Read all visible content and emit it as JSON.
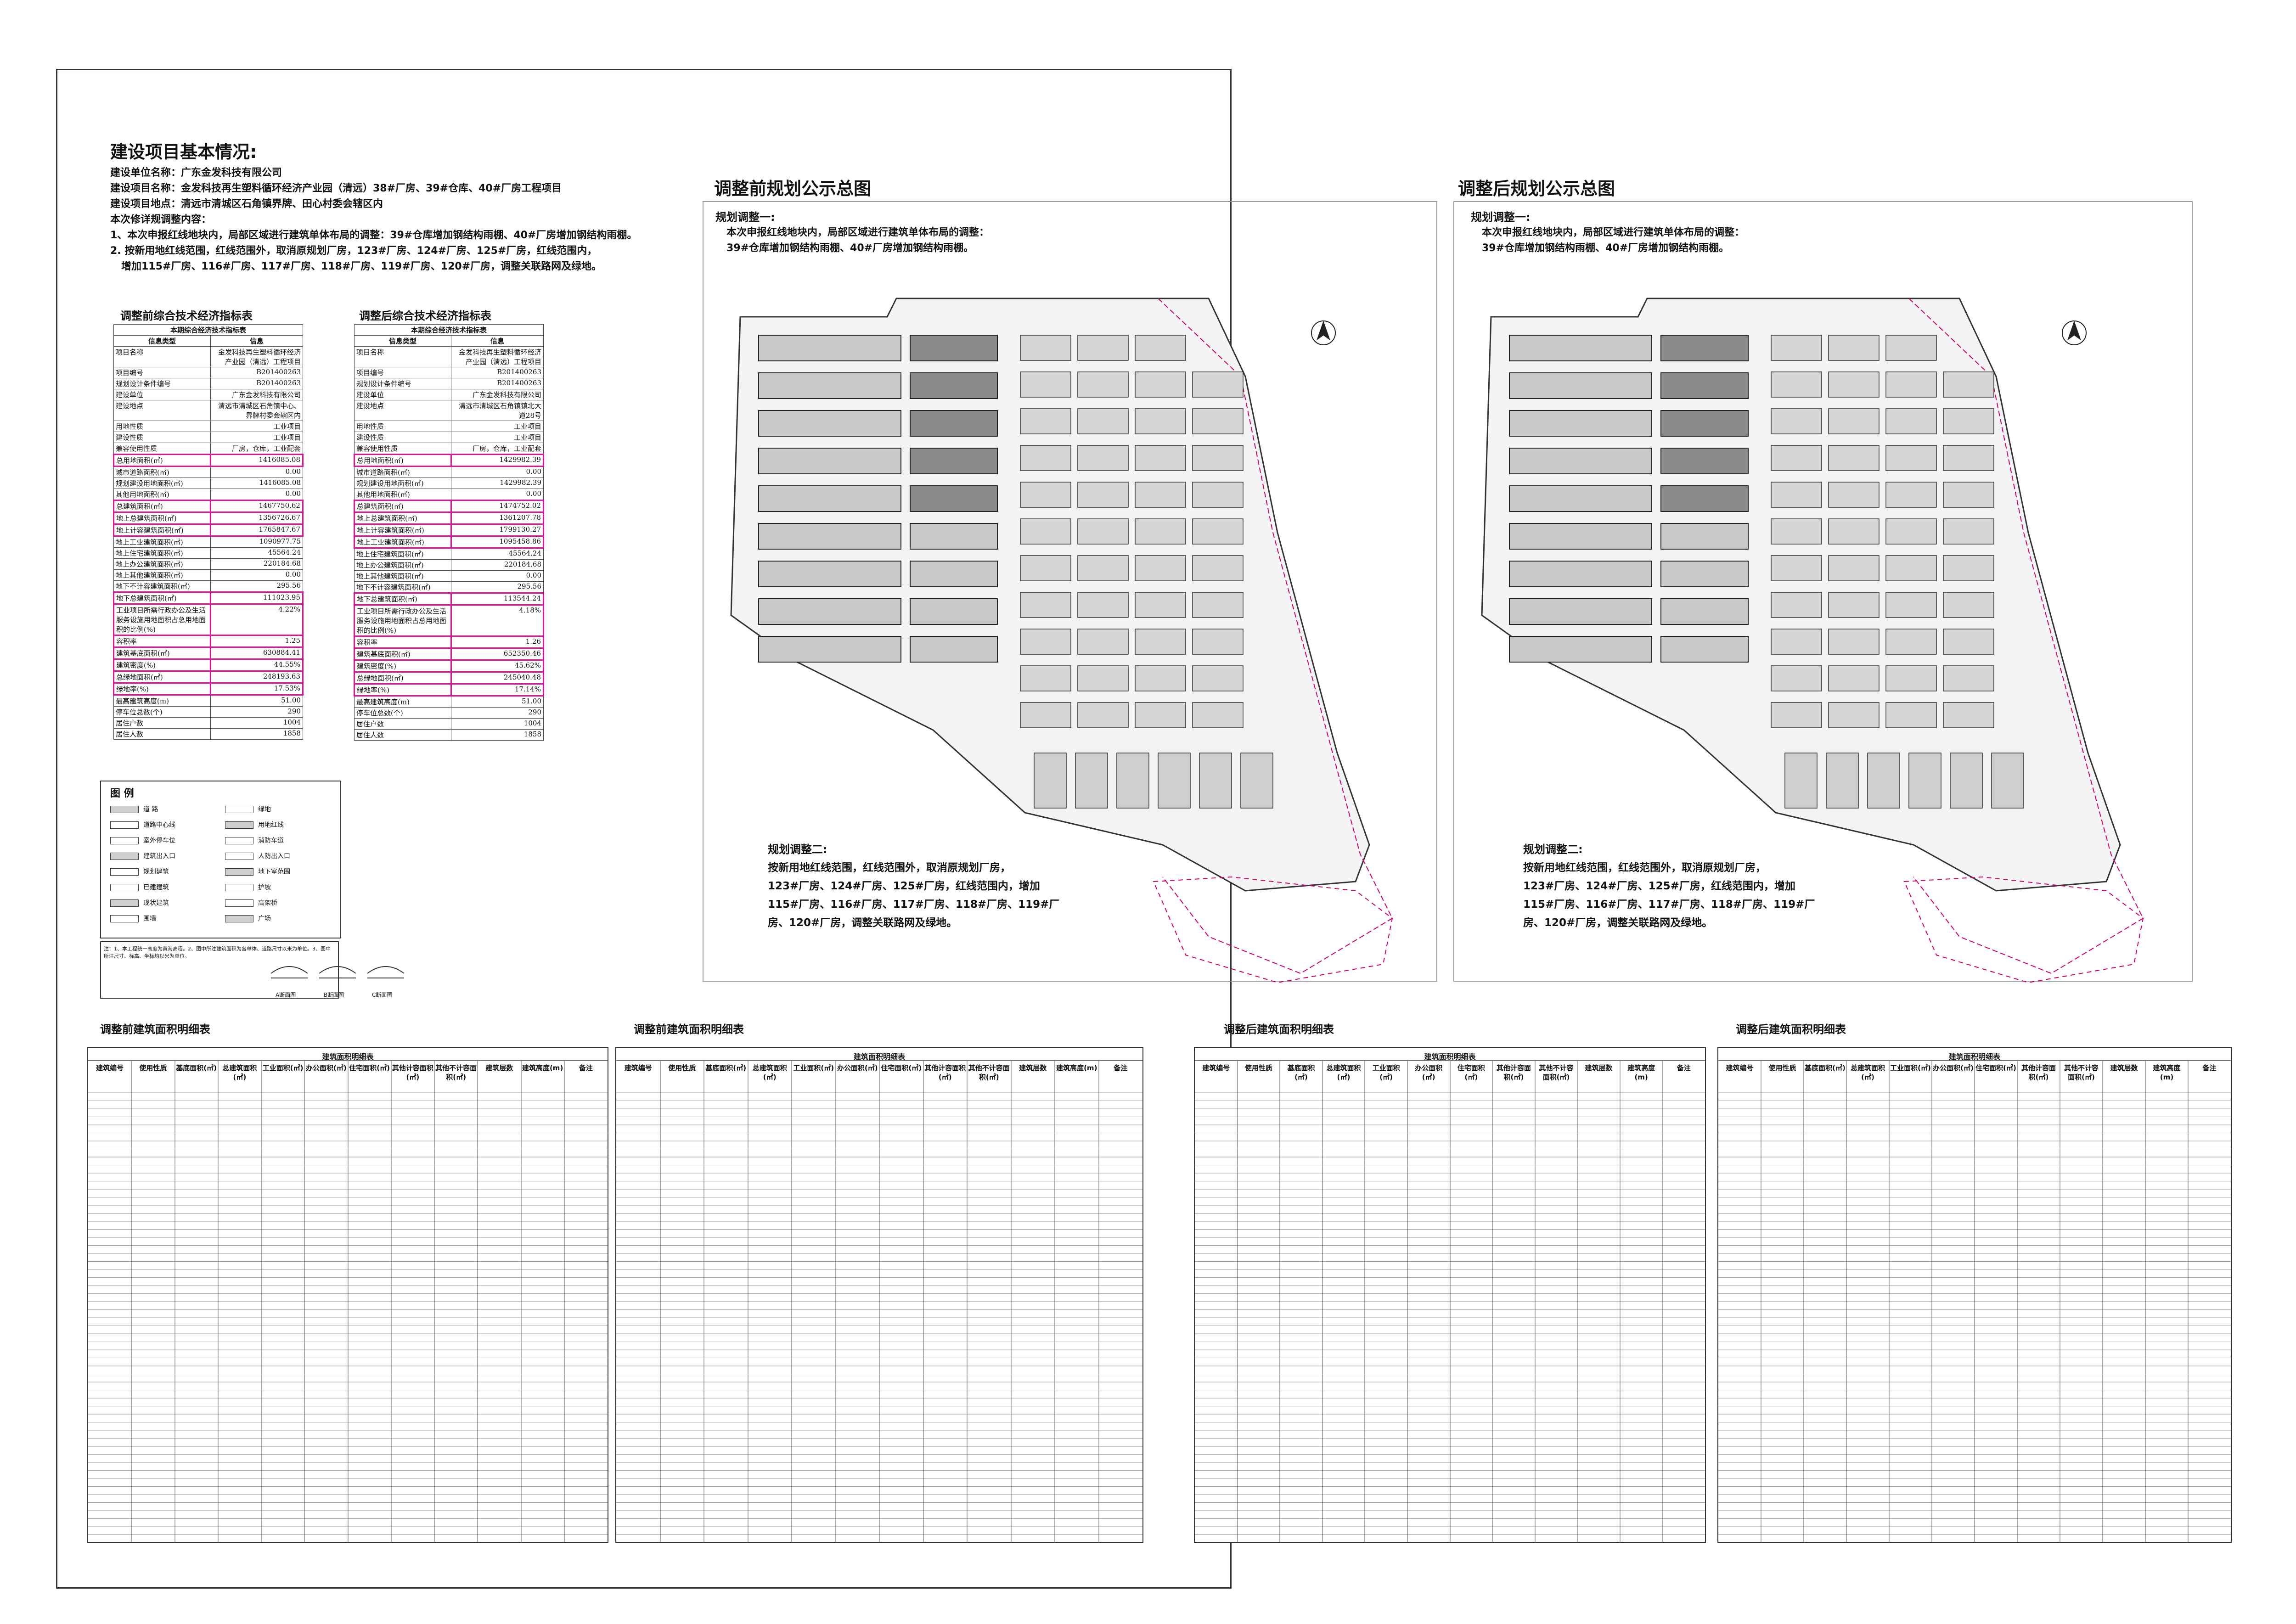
{
  "page_title": "建设项目基本情况:",
  "basic_info": [
    "建设单位名称：广东金发科技有限公司",
    "建设项目名称：金发科技再生塑料循环经济产业园（清远）38#厂房、39#仓库、40#厂房工程项目",
    "建设项目地点：清远市清城区石角镇界牌、田心村委会辖区内",
    "本次修详规调整内容：",
    "1、本次申报红线地块内，局部区域进行建筑单体布局的调整：39#仓库增加钢结构雨棚、40#厂房增加钢结构雨棚。",
    "2. 按新用地红线范围，红线范围外，取消原规划厂房，123#厂房、124#厂房、125#厂房，红线范围内，",
    "增加115#厂房、116#厂房、117#厂房、118#厂房、119#厂房、120#厂房，调整关联路网及绿地。"
  ],
  "kpi_before": {
    "title": "调整前综合技术经济指标表",
    "table_title": "本期综合经济技术指标表",
    "col_k": "信息类型",
    "col_v": "信息",
    "rows": [
      {
        "k": "项目名称",
        "v": "金发科技再生塑料循环经济产业园（清远）工程项目",
        "hl": false
      },
      {
        "k": "项目编号",
        "v": "B201400263",
        "hl": false
      },
      {
        "k": "规划设计条件编号",
        "v": "B201400263",
        "hl": false
      },
      {
        "k": "建设单位",
        "v": "广东金发科技有限公司",
        "hl": false
      },
      {
        "k": "建设地点",
        "v": "清远市清城区石角镇中心、界牌村委会辖区内",
        "hl": false
      },
      {
        "k": "用地性质",
        "v": "工业项目",
        "hl": false
      },
      {
        "k": "建设性质",
        "v": "工业项目",
        "hl": false
      },
      {
        "k": "兼容使用性质",
        "v": "厂房，仓库，工业配套",
        "hl": false
      },
      {
        "k": "总用地面积(㎡)",
        "v": "1416085.08",
        "hl": true
      },
      {
        "k": "城市道路面积(㎡)",
        "v": "0.00",
        "hl": false
      },
      {
        "k": "规划建设用地面积(㎡)",
        "v": "1416085.08",
        "hl": false
      },
      {
        "k": "其他用地面积(㎡)",
        "v": "0.00",
        "hl": false
      },
      {
        "k": "总建筑面积(㎡)",
        "v": "1467750.62",
        "hl": true
      },
      {
        "k": "地上总建筑面积(㎡)",
        "v": "1356726.67",
        "hl": true
      },
      {
        "k": "地上计容建筑面积(㎡)",
        "v": "1765847.67",
        "hl": true
      },
      {
        "k": "地上工业建筑面积(㎡)",
        "v": "1090977.75",
        "hl": false
      },
      {
        "k": "地上住宅建筑面积(㎡)",
        "v": "45564.24",
        "hl": false
      },
      {
        "k": "地上办公建筑面积(㎡)",
        "v": "220184.68",
        "hl": false
      },
      {
        "k": "地上其他建筑面积(㎡)",
        "v": "0.00",
        "hl": false
      },
      {
        "k": "地下不计容建筑面积(㎡)",
        "v": "295.56",
        "hl": false
      },
      {
        "k": "地下总建筑面积(㎡)",
        "v": "111023.95",
        "hl": true
      },
      {
        "k": "工业项目所需行政办公及生活服务设施用地面积占总用地面积的比例(%)",
        "v": "4.22%",
        "hl": true
      },
      {
        "k": "容积率",
        "v": "1.25",
        "hl": true
      },
      {
        "k": "建筑基底面积(㎡)",
        "v": "630884.41",
        "hl": true
      },
      {
        "k": "建筑密度(%)",
        "v": "44.55%",
        "hl": true
      },
      {
        "k": "总绿地面积(㎡)",
        "v": "248193.63",
        "hl": true
      },
      {
        "k": "绿地率(%)",
        "v": "17.53%",
        "hl": true
      },
      {
        "k": "最高建筑高度(m)",
        "v": "51.00",
        "hl": false
      },
      {
        "k": "停车位总数(个)",
        "v": "290",
        "hl": false
      },
      {
        "k": "居住户数",
        "v": "1004",
        "hl": false
      },
      {
        "k": "居住人数",
        "v": "1858",
        "hl": false
      }
    ]
  },
  "kpi_after": {
    "title": "调整后综合技术经济指标表",
    "table_title": "本期综合经济技术指标表",
    "col_k": "信息类型",
    "col_v": "信息",
    "rows": [
      {
        "k": "项目名称",
        "v": "金发科技再生塑料循环经济产业园（清远）工程项目",
        "hl": false
      },
      {
        "k": "项目编号",
        "v": "B201400263",
        "hl": false
      },
      {
        "k": "规划设计条件编号",
        "v": "B201400263",
        "hl": false
      },
      {
        "k": "建设单位",
        "v": "广东金发科技有限公司",
        "hl": false
      },
      {
        "k": "建设地点",
        "v": "清远市清城区石角镇镇北大道28号",
        "hl": false
      },
      {
        "k": "用地性质",
        "v": "工业项目",
        "hl": false
      },
      {
        "k": "建设性质",
        "v": "工业项目",
        "hl": false
      },
      {
        "k": "兼容使用性质",
        "v": "厂房，仓库，工业配套",
        "hl": false
      },
      {
        "k": "总用地面积(㎡)",
        "v": "1429982.39",
        "hl": true
      },
      {
        "k": "城市道路面积(㎡)",
        "v": "0.00",
        "hl": false
      },
      {
        "k": "规划建设用地面积(㎡)",
        "v": "1429982.39",
        "hl": false
      },
      {
        "k": "其他用地面积(㎡)",
        "v": "0.00",
        "hl": false
      },
      {
        "k": "总建筑面积(㎡)",
        "v": "1474752.02",
        "hl": true
      },
      {
        "k": "地上总建筑面积(㎡)",
        "v": "1361207.78",
        "hl": true
      },
      {
        "k": "地上计容建筑面积(㎡)",
        "v": "1799130.27",
        "hl": true
      },
      {
        "k": "地上工业建筑面积(㎡)",
        "v": "1095458.86",
        "hl": true
      },
      {
        "k": "地上住宅建筑面积(㎡)",
        "v": "45564.24",
        "hl": false
      },
      {
        "k": "地上办公建筑面积(㎡)",
        "v": "220184.68",
        "hl": false
      },
      {
        "k": "地上其他建筑面积(㎡)",
        "v": "0.00",
        "hl": false
      },
      {
        "k": "地下不计容建筑面积(㎡)",
        "v": "295.56",
        "hl": false
      },
      {
        "k": "地下总建筑面积(㎡)",
        "v": "113544.24",
        "hl": true
      },
      {
        "k": "工业项目所需行政办公及生活服务设施用地面积占总用地面积的比例(%)",
        "v": "4.18%",
        "hl": true
      },
      {
        "k": "容积率",
        "v": "1.26",
        "hl": true
      },
      {
        "k": "建筑基底面积(㎡)",
        "v": "652350.46",
        "hl": true
      },
      {
        "k": "建筑密度(%)",
        "v": "45.62%",
        "hl": true
      },
      {
        "k": "总绿地面积(㎡)",
        "v": "245040.48",
        "hl": true
      },
      {
        "k": "绿地率(%)",
        "v": "17.14%",
        "hl": true
      },
      {
        "k": "最高建筑高度(m)",
        "v": "51.00",
        "hl": false
      },
      {
        "k": "停车位总数(个)",
        "v": "290",
        "hl": false
      },
      {
        "k": "居住户数",
        "v": "1004",
        "hl": false
      },
      {
        "k": "居住人数",
        "v": "1858",
        "hl": false
      }
    ]
  },
  "legend": {
    "title": "图 例",
    "items": [
      "道 路",
      "道路中心线",
      "室外停车位",
      "建筑出入口",
      "规划建筑",
      "已建建筑",
      "现状建筑",
      "围墙",
      "绿地",
      "用地红线",
      "消防车道",
      "人防出入口",
      "地下室范围",
      "护坡",
      "高架桥",
      "广场"
    ]
  },
  "notes": "注：1、本工程统一高度为黄海高程。2、图中所注建筑面积为各单体、道路尺寸以米为单位。3、图中所注尺寸、标高、坐标均以米为单位。",
  "sections": [
    "A断面图",
    "B断面图",
    "C断面图"
  ],
  "plan_before": {
    "title": "调整前规划公示总图",
    "adj1_title": "规划调整一:",
    "adj1_lines": [
      "本次申报红线地块内，局部区域进行建筑单体布局的调整：",
      "39#仓库增加钢结构雨棚、40#厂房增加钢结构雨棚。"
    ],
    "adj2_title": "规划调整二:",
    "adj2_lines": [
      "按新用地红线范围，红线范围外，取消原规划厂房，",
      "123#厂房、124#厂房、125#厂房，红线范围内，增加",
      "115#厂房、116#厂房、117#厂房、118#厂房、119#厂",
      "房、120#厂房，调整关联路网及绿地。"
    ]
  },
  "plan_after": {
    "title": "调整后规划公示总图",
    "adj1_title": "规划调整一:",
    "adj1_lines": [
      "本次申报红线地块内，局部区域进行建筑单体布局的调整：",
      "39#仓库增加钢结构雨棚、40#厂房增加钢结构雨棚。"
    ],
    "adj2_title": "规划调整二:",
    "adj2_lines": [
      "按新用地红线范围，红线范围外，取消原规划厂房，",
      "123#厂房、124#厂房、125#厂房，红线范围内，增加",
      "115#厂房、116#厂房、117#厂房、118#厂房、119#厂",
      "房、120#厂房，调整关联路网及绿地。"
    ]
  },
  "area_tables": [
    {
      "title": "调整前建筑面积明细表",
      "inner": "建筑面积明细表"
    },
    {
      "title": "调整前建筑面积明细表",
      "inner": "建筑面积明细表"
    },
    {
      "title": "调整后建筑面积明细表",
      "inner": "建筑面积明细表"
    },
    {
      "title": "调整后建筑面积明细表",
      "inner": "建筑面积明细表"
    }
  ],
  "area_cols": [
    "建筑编号",
    "使用性质",
    "基底面积(㎡)",
    "总建筑面积(㎡)",
    "工业面积(㎡)",
    "办公面积(㎡)",
    "住宅面积(㎡)",
    "其他计容面积(㎡)",
    "其他不计容面积(㎡)",
    "建筑层数",
    "建筑高度(m)",
    "备注"
  ]
}
